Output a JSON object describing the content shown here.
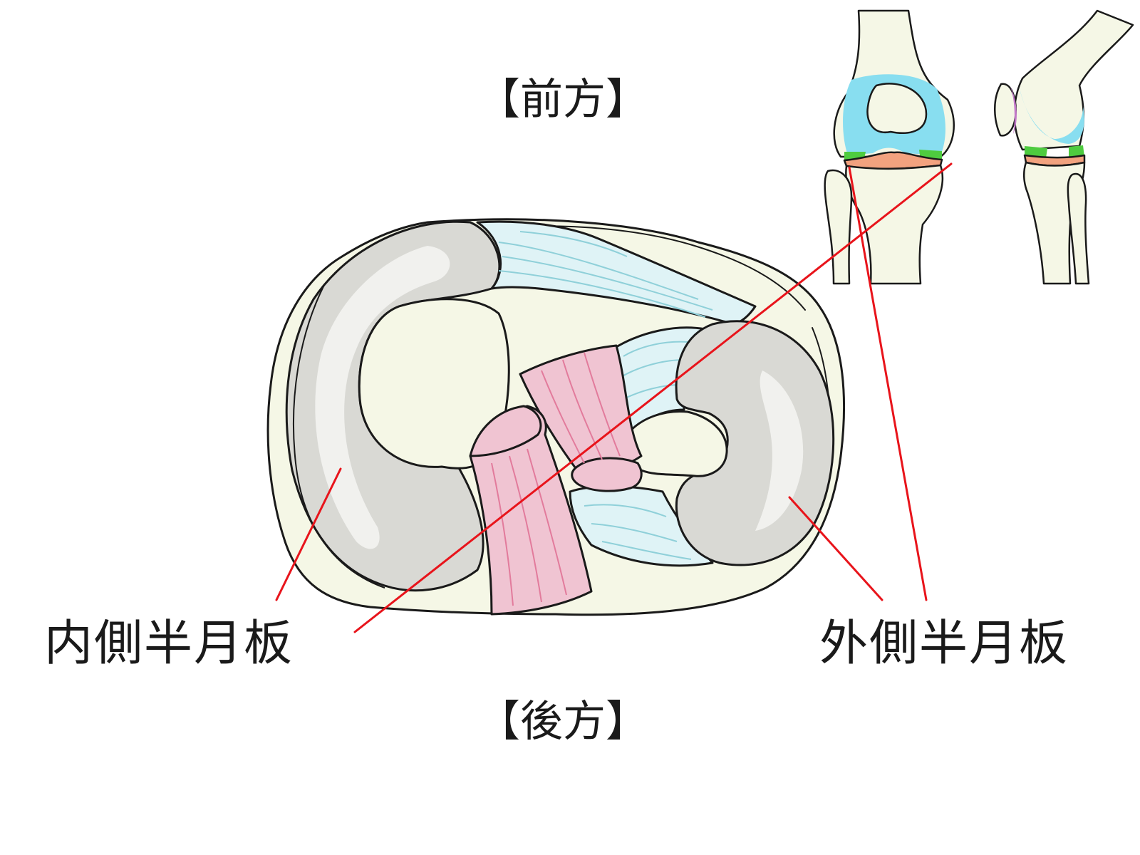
{
  "labels": {
    "anterior": "【前方】",
    "posterior": "【後方】",
    "medial_meniscus": "内側半月板",
    "lateral_meniscus": "外側半月板"
  },
  "colors": {
    "tibia_surface": "#f5f7e6",
    "meniscus": "#d9d9d4",
    "meniscus_highlight": "#f4f4f2",
    "ligament_blue": "#dff3f6",
    "ligament_blue_stroke": "#8fd0d9",
    "cruciate_pink": "#f0c4d2",
    "cruciate_stroke": "#e27b9c",
    "leader_line": "#e8141b",
    "bone": "#f5f7e6",
    "cartilage": "#88def0",
    "meniscus_green": "#4ecb3f",
    "tibial_cartilage": "#f2a27f",
    "patella_purple": "#c277c8",
    "outline": "#1a1a1a"
  }
}
